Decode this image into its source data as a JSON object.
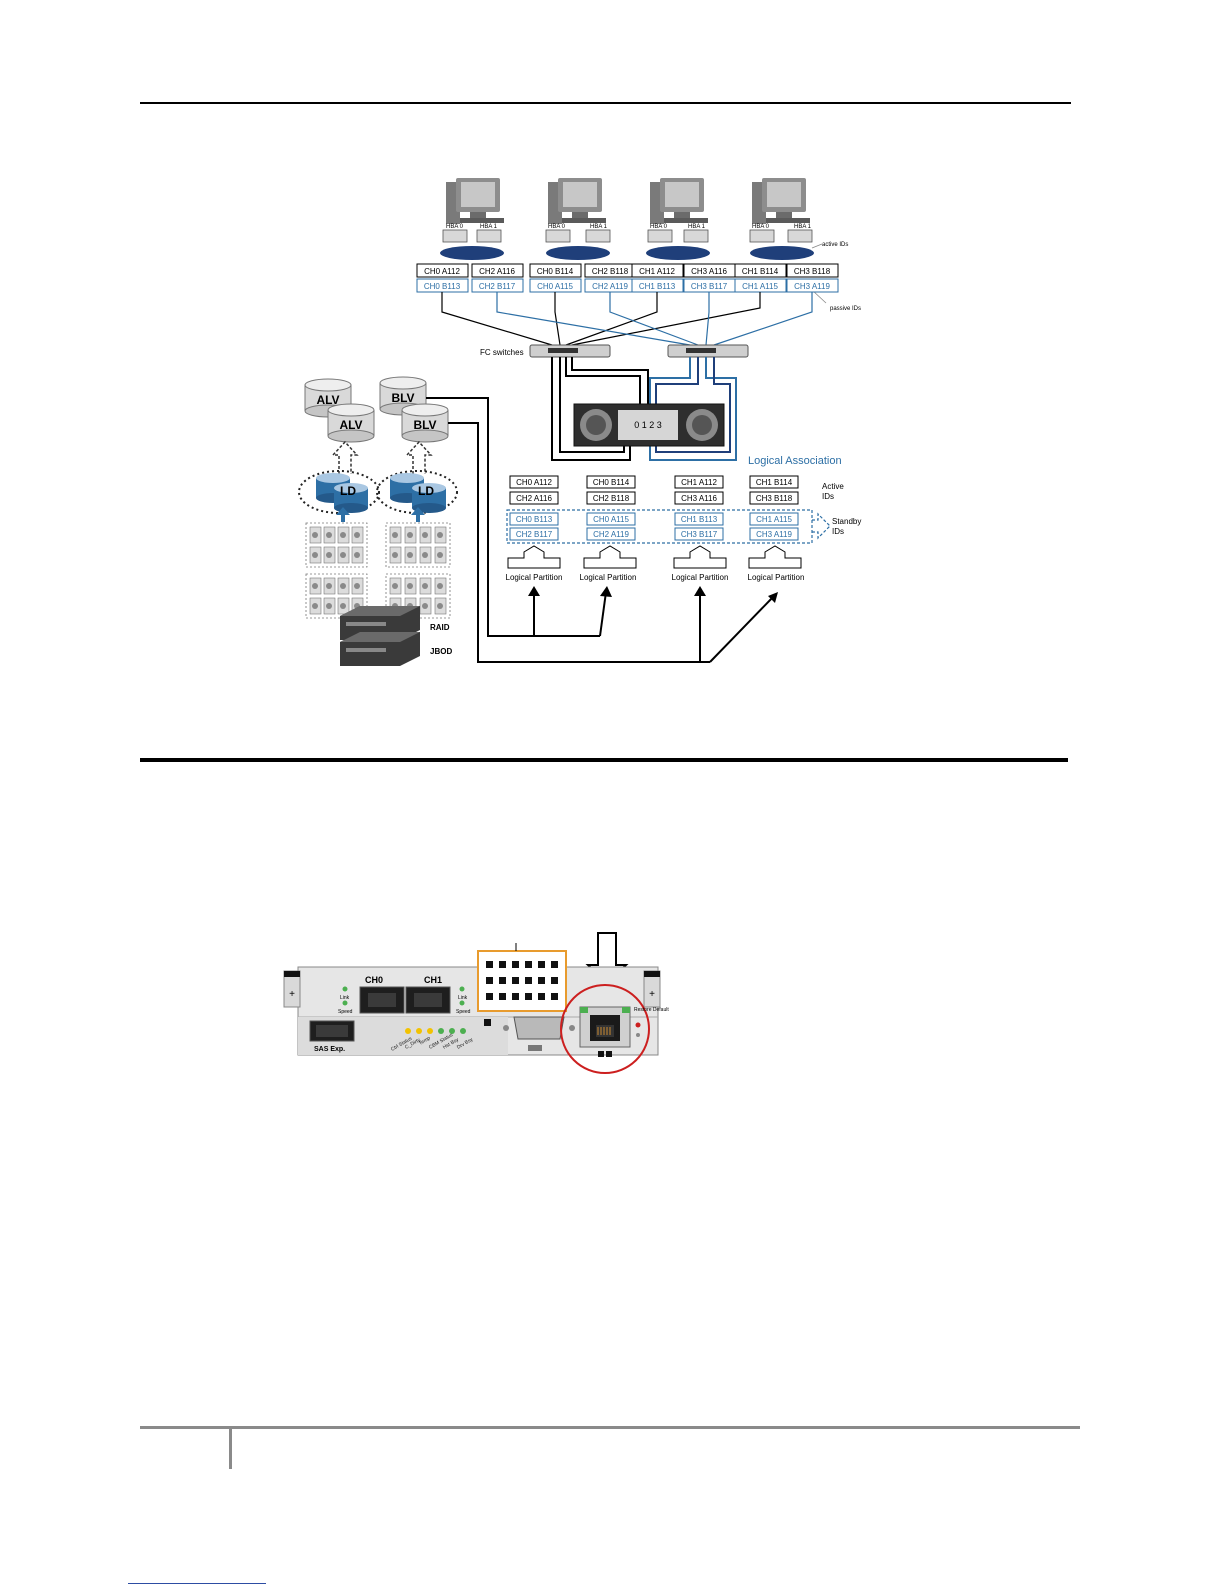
{
  "figure1": {
    "hosts": [
      {
        "hba": [
          "HBA 0",
          "HBA 1"
        ],
        "active": [
          "CH0 A112",
          "CH2 A116"
        ],
        "passive": [
          "CH0 B113",
          "CH2 B117"
        ]
      },
      {
        "hba": [
          "HBA 0",
          "HBA 1"
        ],
        "active": [
          "CH0 B114",
          "CH2 B118"
        ],
        "passive": [
          "CH0 A115",
          "CH2 A119"
        ]
      },
      {
        "hba": [
          "HBA 0",
          "HBA 1"
        ],
        "active": [
          "CH1 A112",
          "CH3 A116"
        ],
        "passive": [
          "CH1 B113",
          "CH3 B117"
        ]
      },
      {
        "hba": [
          "HBA 0",
          "HBA 1"
        ],
        "active": [
          "CH1 B114",
          "CH3 B118"
        ],
        "passive": [
          "CH1 A115",
          "CH3 A119"
        ]
      }
    ],
    "active_ids_label": "active IDs",
    "passive_ids_label": "passive IDs",
    "fc_switches_label": "FC switches",
    "port_numbers": "0 1 2 3",
    "logical_association_label": "Logical Association",
    "lv_labels": [
      "ALV",
      "BLV",
      "ALV",
      "BLV"
    ],
    "ld_label": "LD",
    "partitions": [
      {
        "active": [
          "CH0 A112",
          "CH2 A116"
        ],
        "standby": [
          "CH0 B113",
          "CH2 B117"
        ]
      },
      {
        "active": [
          "CH0 B114",
          "CH2 B118"
        ],
        "standby": [
          "CH0 A115",
          "CH2 A119"
        ]
      },
      {
        "active": [
          "CH1 A112",
          "CH3 A116"
        ],
        "standby": [
          "CH1 B113",
          "CH3 B117"
        ]
      },
      {
        "active": [
          "CH1 B114",
          "CH3 B118"
        ],
        "standby": [
          "CH1 A115",
          "CH3 A119"
        ]
      }
    ],
    "logical_partition_label": "Logical Partition",
    "active_ids_right": [
      "Active",
      "IDs"
    ],
    "standby_ids_right": [
      "Standby",
      "IDs"
    ],
    "raid_label": "RAID",
    "jbod_label": "JBOD"
  },
  "figure2": {
    "ch0_label": "CH0",
    "ch1_label": "CH1",
    "link_label": "Link",
    "speed_label": "Speed",
    "sas_label": "SAS Exp.",
    "led_labels": [
      "Ctrl Status",
      "C_Dirty",
      "Temp",
      "CBM Status",
      "Hst Bsy",
      "Drv Bsy"
    ],
    "restore_label": "Restore Default"
  },
  "colors": {
    "blue": "#2d6fa5",
    "navy": "#1f3f7a",
    "orange": "#e89b2e",
    "red": "#cc1f1f"
  }
}
